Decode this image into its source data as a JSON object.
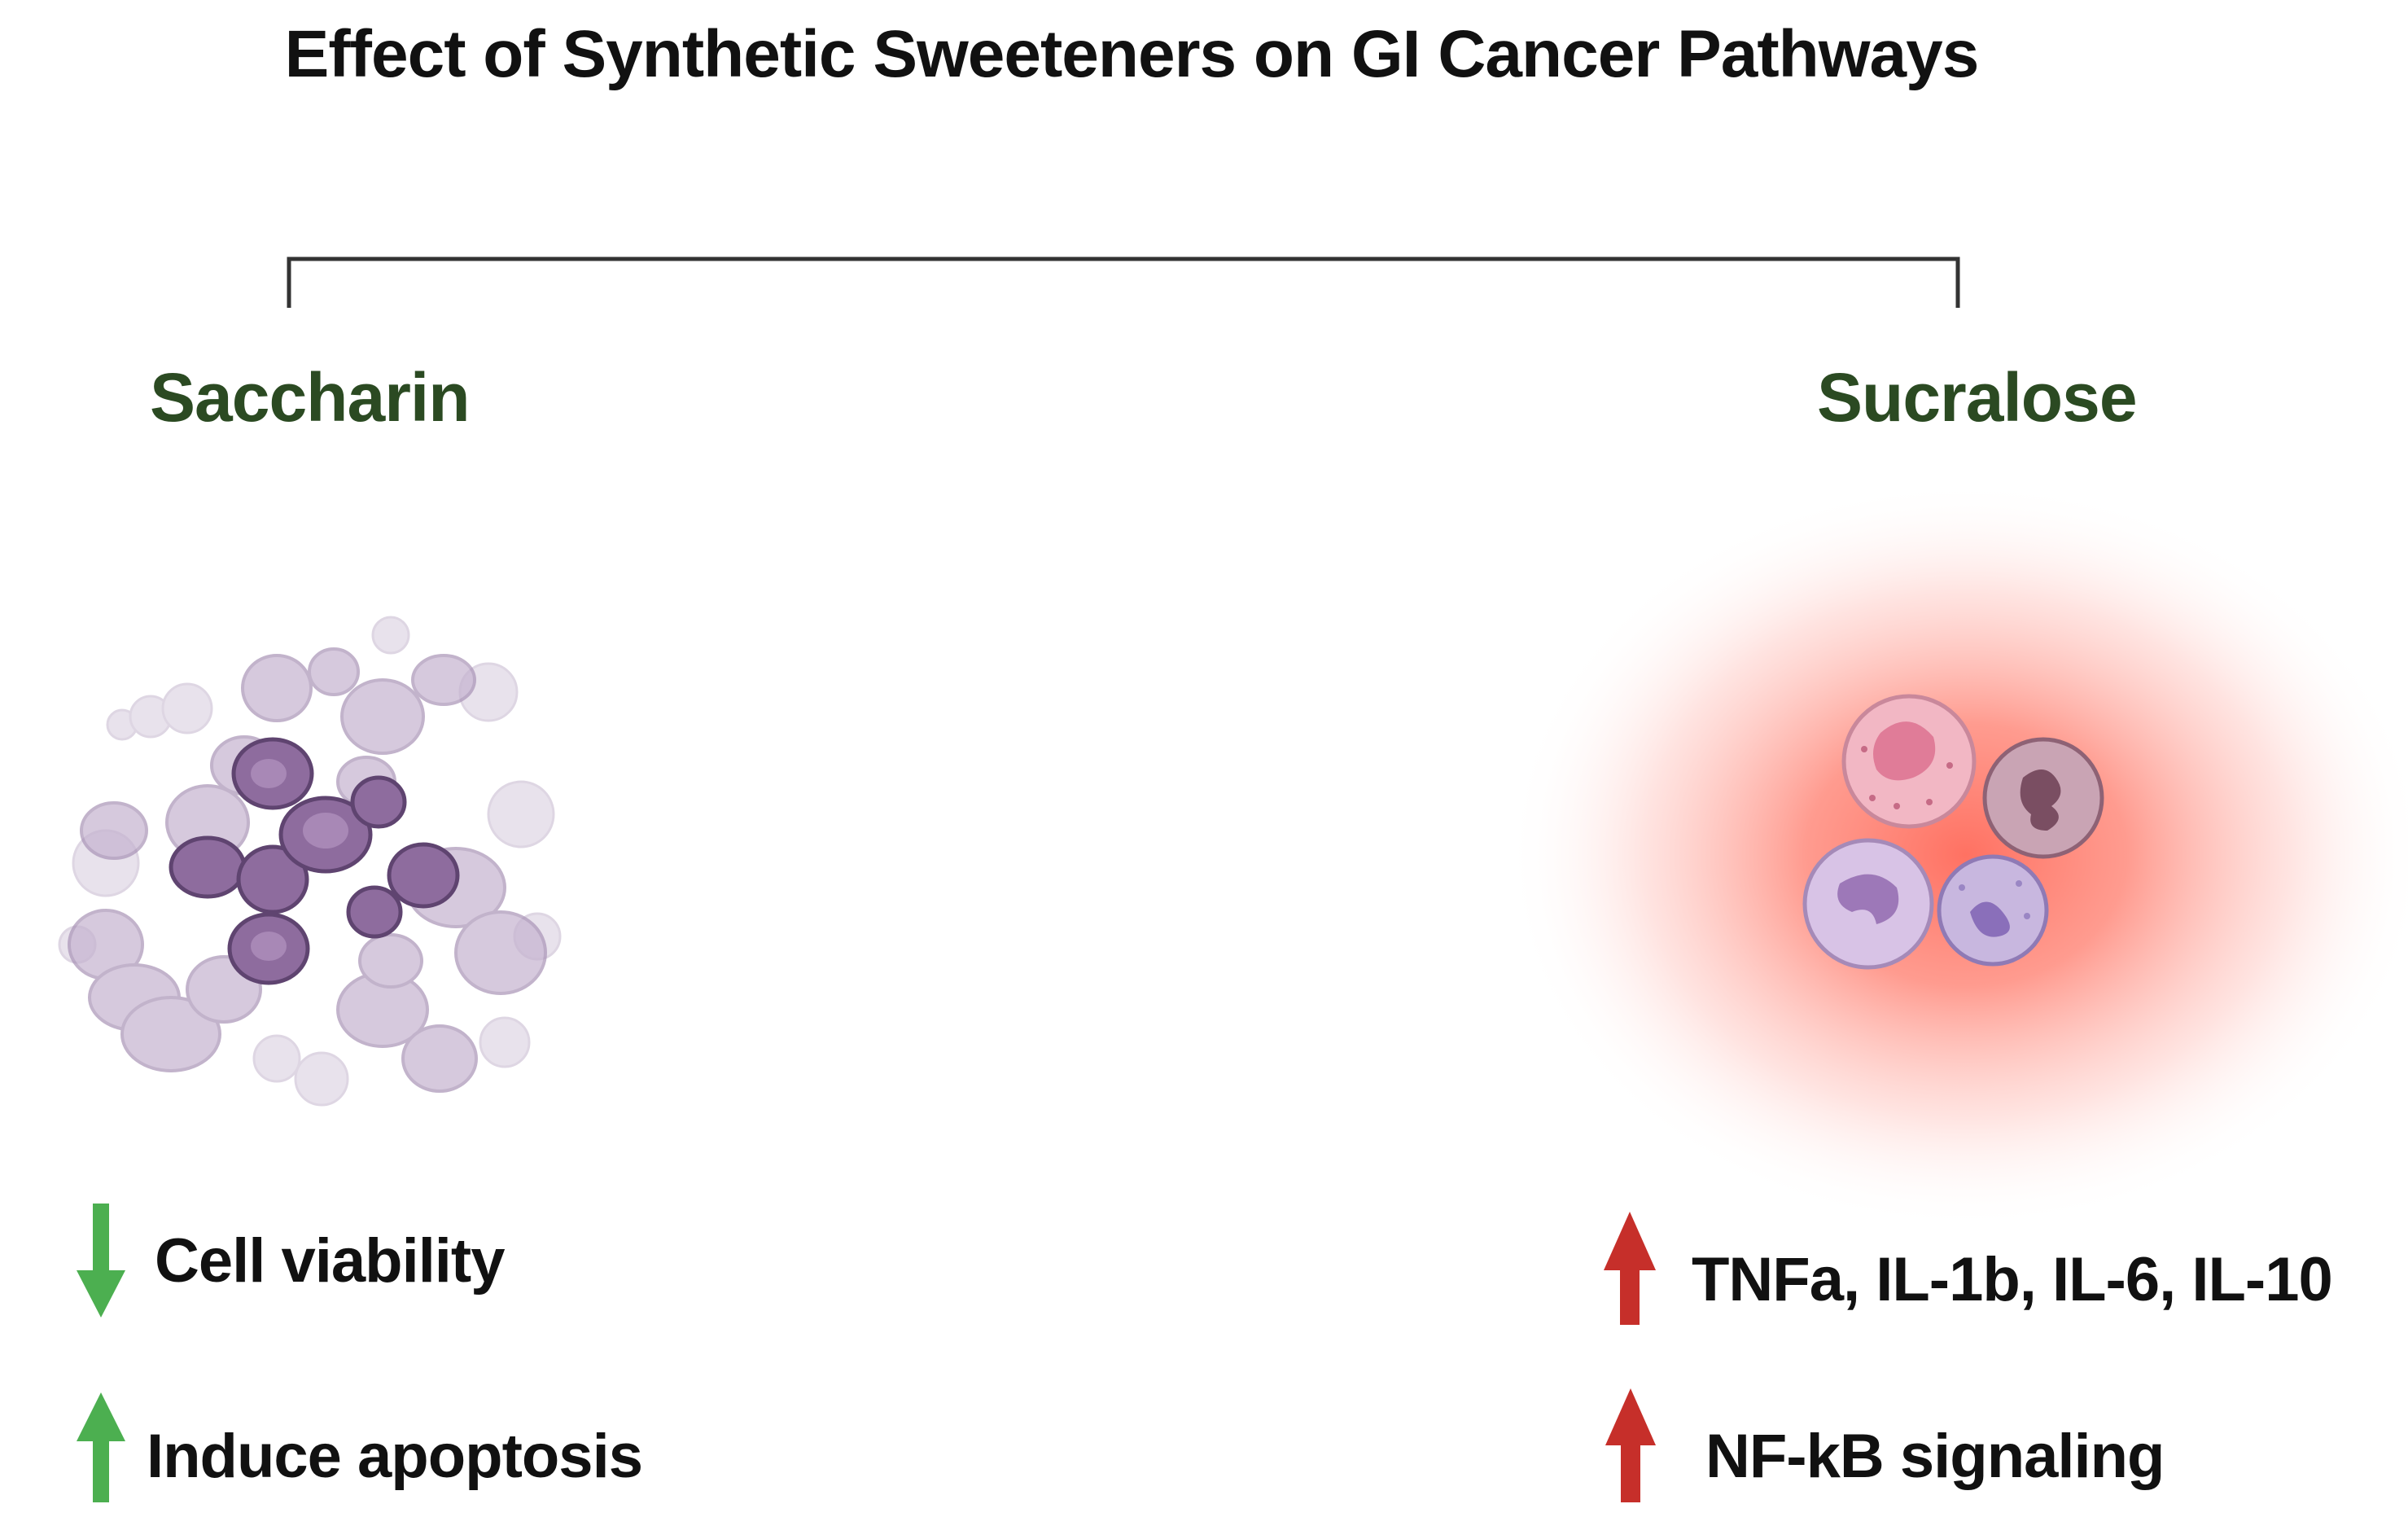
{
  "title": "Effect of Synthetic Sweeteners on GI Cancer Pathways",
  "colors": {
    "heading": "#2b4a22",
    "down_arrow": "#4caf50",
    "up_green_arrow": "#4caf50",
    "up_red_arrow": "#c62f2a",
    "cancer_cells": "#8e6c9e",
    "inflammation_glow": "#ff6a5a"
  },
  "left": {
    "heading": "Saccharin",
    "illustration": "cancer-cell-cluster",
    "effects": [
      {
        "direction": "down",
        "icon": "down-arrow-icon",
        "text": "Cell viability"
      },
      {
        "direction": "up",
        "icon": "up-arrow-icon",
        "text": "Induce apoptosis"
      }
    ]
  },
  "right": {
    "heading": "Sucralose",
    "illustration": "immune-cells-inflammation",
    "effects": [
      {
        "direction": "up",
        "icon": "up-arrow-icon",
        "text": "TNFa, IL-1b, IL-6, IL-10"
      },
      {
        "direction": "up",
        "icon": "up-arrow-icon",
        "text": "NF-kB signaling"
      }
    ]
  }
}
